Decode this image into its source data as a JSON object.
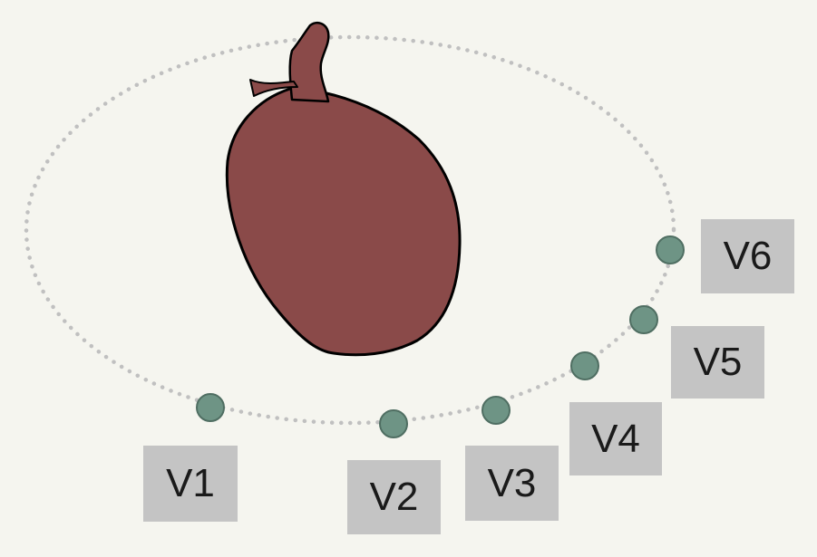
{
  "diagram": {
    "colors": {
      "background": "#f5f5ef",
      "heart_fill": "#8a4a49",
      "heart_outline": "#000000",
      "electrode_fill": "#6e9485",
      "electrode_outline": "#4f6e62",
      "chest_outline": "#c0c0c0",
      "label_background": "#c4c4c4",
      "label_text": "#1a1a1a"
    },
    "leads": [
      {
        "label": "V1"
      },
      {
        "label": "V2"
      },
      {
        "label": "V3"
      },
      {
        "label": "V4"
      },
      {
        "label": "V5"
      },
      {
        "label": "V6"
      }
    ]
  }
}
